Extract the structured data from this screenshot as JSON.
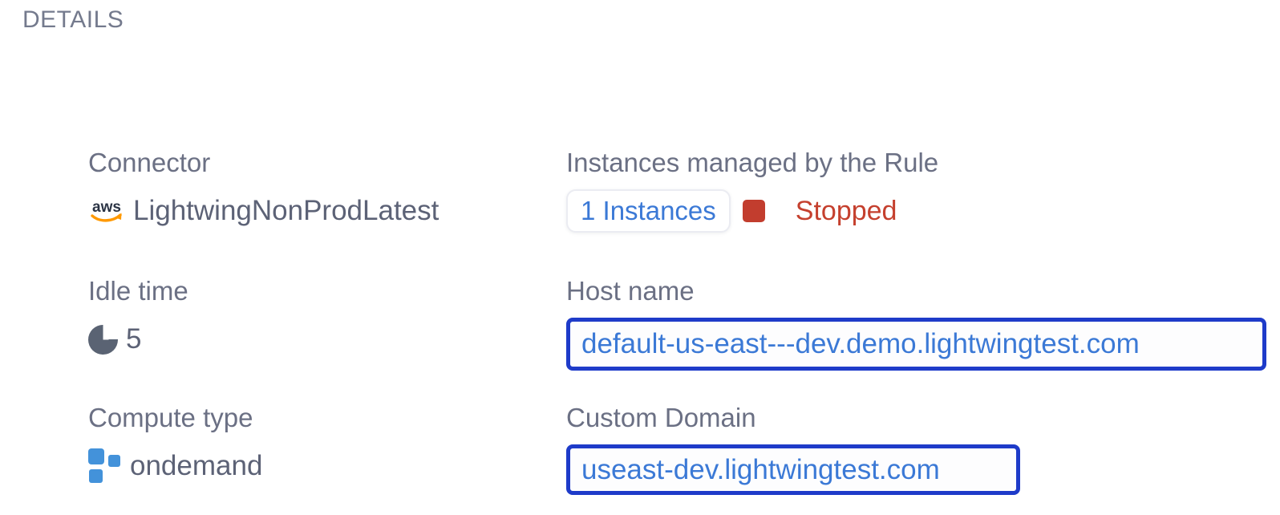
{
  "panel": {
    "title": "DETAILS"
  },
  "fields": {
    "connector": {
      "label": "Connector",
      "value": "LightwingNonProdLatest",
      "icon": "aws-icon",
      "aws_logo_text": "aws"
    },
    "instances": {
      "label": "Instances managed by the Rule",
      "count_label": "1 Instances",
      "status": "Stopped"
    },
    "idle_time": {
      "label": "Idle time",
      "value": "5",
      "icon": "pie-chart-icon"
    },
    "host_name": {
      "label": "Host name",
      "value": "default-us-east---dev.demo.lightwingtest.com"
    },
    "compute_type": {
      "label": "Compute type",
      "value": "ondemand",
      "icon": "compute-squares-icon"
    },
    "custom_domain": {
      "label": "Custom Domain",
      "value": "useast-dev.lightwingtest.com"
    }
  },
  "colors": {
    "title_gray": "#747a8d",
    "label_gray": "#6b7084",
    "value_gray": "#5c6276",
    "link_blue": "#3b79d6",
    "highlight_border_blue": "#1e3bc9",
    "status_red": "#c5402e",
    "aws_navy": "#2b3445",
    "aws_orange": "#ff9900",
    "compute_blue": "#4392da",
    "pie_slate": "#5a6373"
  }
}
